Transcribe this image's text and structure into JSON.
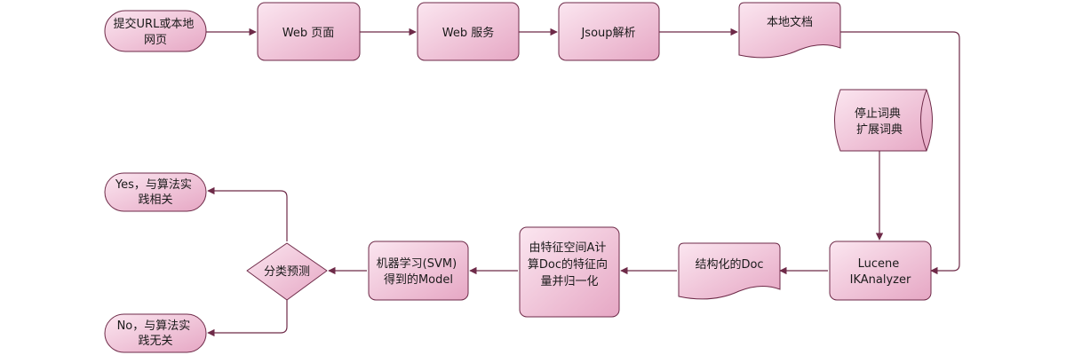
{
  "nodes": {
    "start": {
      "lines": [
        "提交URL或本地",
        "网页"
      ]
    },
    "web_page": {
      "lines": [
        "Web 页面"
      ]
    },
    "web_service": {
      "lines": [
        "Web 服务"
      ]
    },
    "jsoup": {
      "lines": [
        "Jsoup解析"
      ]
    },
    "local_doc": {
      "lines": [
        "本地文档"
      ]
    },
    "dict": {
      "lines": [
        "停止词典",
        "扩展词典"
      ]
    },
    "lucene": {
      "lines": [
        "Lucene",
        "IKAnalyzer"
      ]
    },
    "structured_doc": {
      "lines": [
        "结构化的Doc"
      ]
    },
    "vectorize": {
      "lines": [
        "由特征空间A计",
        "算Doc的特征向",
        "量并归一化"
      ]
    },
    "model": {
      "lines": [
        "机器学习(SVM)",
        "得到的Model"
      ]
    },
    "classify": {
      "lines": [
        "分类预测"
      ]
    },
    "yes": {
      "lines": [
        "Yes，与算法实",
        "践相关"
      ]
    },
    "no": {
      "lines": [
        "No，与算法实",
        "践无关"
      ]
    }
  },
  "colors": {
    "fill_light": "#fbe3ef",
    "fill_dark": "#e8a8c6",
    "stroke": "#6e2a48"
  }
}
